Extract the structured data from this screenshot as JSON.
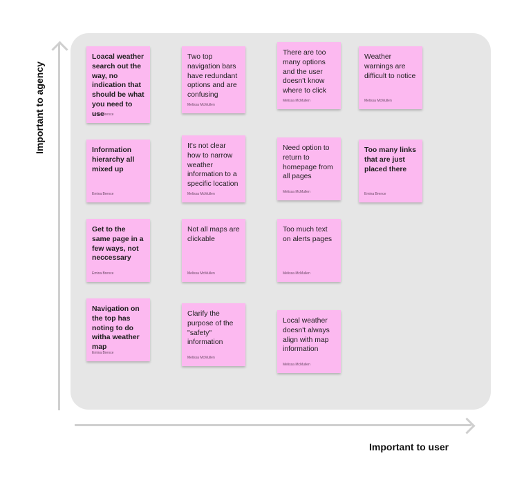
{
  "axes": {
    "y_label": "Important to agency",
    "x_label": "Important to user"
  },
  "notes": [
    {
      "text": "Loacal weather search out the way, no indication that should be what you need to use",
      "author": "Emina Brence",
      "bold": true
    },
    {
      "text": "Two top navigation bars have redundant options and are confusing",
      "author": "Melissa McMullen",
      "bold": false
    },
    {
      "text": "There are too many options and the user doesn't know where to click",
      "author": "Melissa McMullen",
      "bold": false
    },
    {
      "text": "Weather warnings are difficult to notice",
      "author": "Melissa McMullen",
      "bold": false
    },
    {
      "text": "Information hierarchy all mixed up",
      "author": "Emina Brence",
      "bold": true
    },
    {
      "text": "It's not clear how to narrow weather information to a specific location",
      "author": "Melissa McMullen",
      "bold": false
    },
    {
      "text": "Need option to return to homepage from all pages",
      "author": "Melissa McMullen",
      "bold": false
    },
    {
      "text": "Too many links that are just placed there",
      "author": "Emina Brence",
      "bold": true
    },
    {
      "text": "Get to the same page in a few ways, not neccessary",
      "author": "Emina Brence",
      "bold": true
    },
    {
      "text": "Not all maps are clickable",
      "author": "Melissa McMullen",
      "bold": false
    },
    {
      "text": "Too much text on alerts pages",
      "author": "Melissa McMullen",
      "bold": false
    },
    {
      "text": "Navigation on the top has noting to do witha weather map",
      "author": "Emina Brence",
      "bold": true
    },
    {
      "text": "Clarify the purpose of the \"safety\" information",
      "author": "Melissa McMullen",
      "bold": false
    },
    {
      "text": "Local weather doesn't always align with map information",
      "author": "Melissa McMullen",
      "bold": false
    }
  ]
}
